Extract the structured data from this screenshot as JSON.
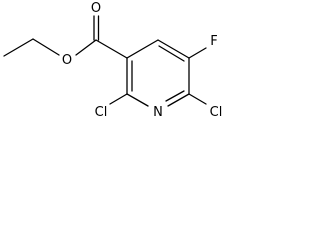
{
  "molecule": {
    "atoms": {
      "carbonyl_oxygen": "O",
      "ester_oxygen": "O",
      "fluorine": "F",
      "chlorine_left": "Cl",
      "chlorine_right": "Cl",
      "ring_nitrogen": "N"
    },
    "colors": {
      "bond": "#000000",
      "label": "#000000",
      "background": "#ffffff"
    }
  }
}
